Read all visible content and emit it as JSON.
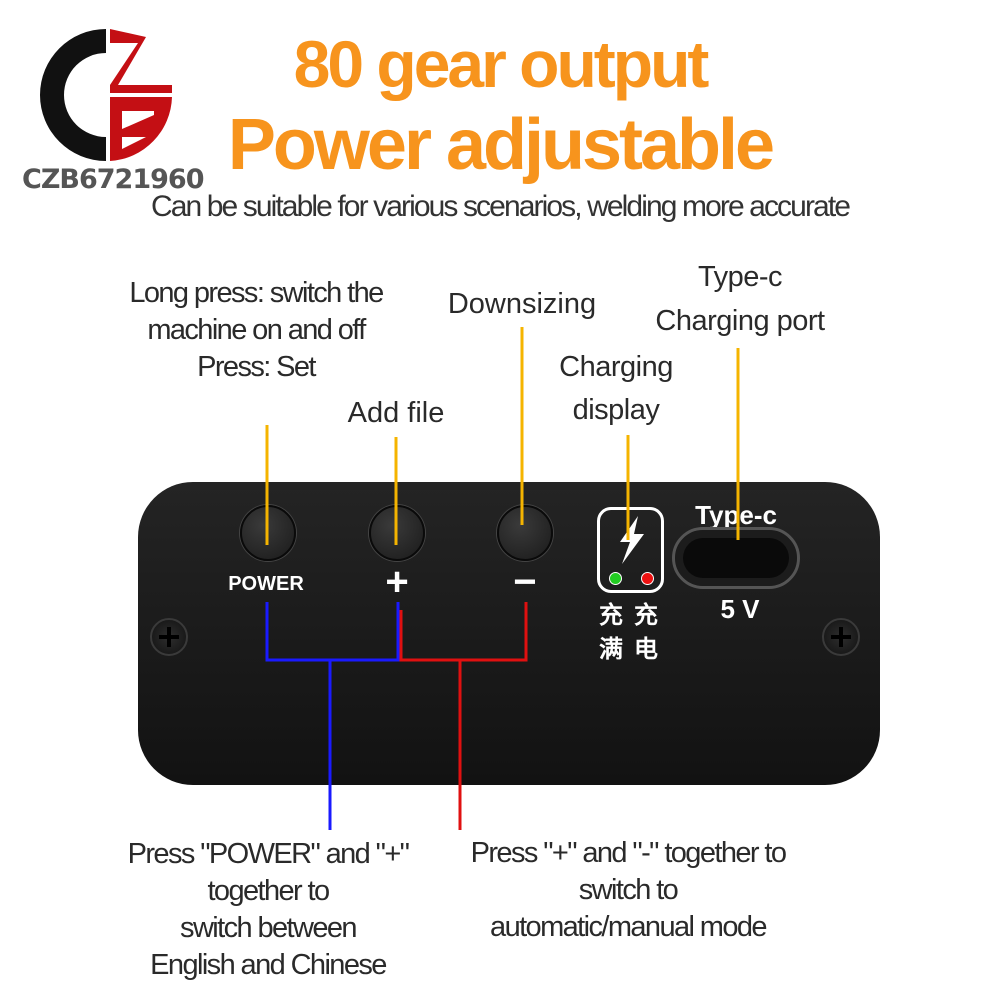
{
  "logo": {
    "text": "CZB6721960"
  },
  "header": {
    "title_line1": "80 gear output",
    "title_line2": "Power adjustable",
    "subtitle": "Can be suitable for various scenarios, welding more accurate"
  },
  "callouts": {
    "power": [
      "Long press: switch the",
      "machine on and off",
      "Press: Set"
    ],
    "add": "Add file",
    "down": "Downsizing",
    "charging": [
      "Charging",
      "display"
    ],
    "typec": [
      "Type-c",
      "Charging port"
    ]
  },
  "device": {
    "power_label": "POWER",
    "plus_label": "+",
    "minus_label": "−",
    "charge_full": [
      "充",
      "满"
    ],
    "charging": [
      "充",
      "电"
    ],
    "typec_label": "Type-c",
    "voltage": "5 V",
    "led_colors": {
      "full": "#22cc22",
      "charging": "#ee1111"
    }
  },
  "notes": {
    "left": [
      "Press \"POWER\" and \"+\"",
      "together to",
      "switch between",
      "English and Chinese"
    ],
    "right": [
      "Press \"+\" and \"-\" together to",
      "switch to",
      "automatic/manual mode"
    ]
  },
  "colors": {
    "accent": "#f7941d",
    "callout_line": "#f5b400",
    "blue_line": "#1a1aff",
    "red_line": "#e01010"
  }
}
